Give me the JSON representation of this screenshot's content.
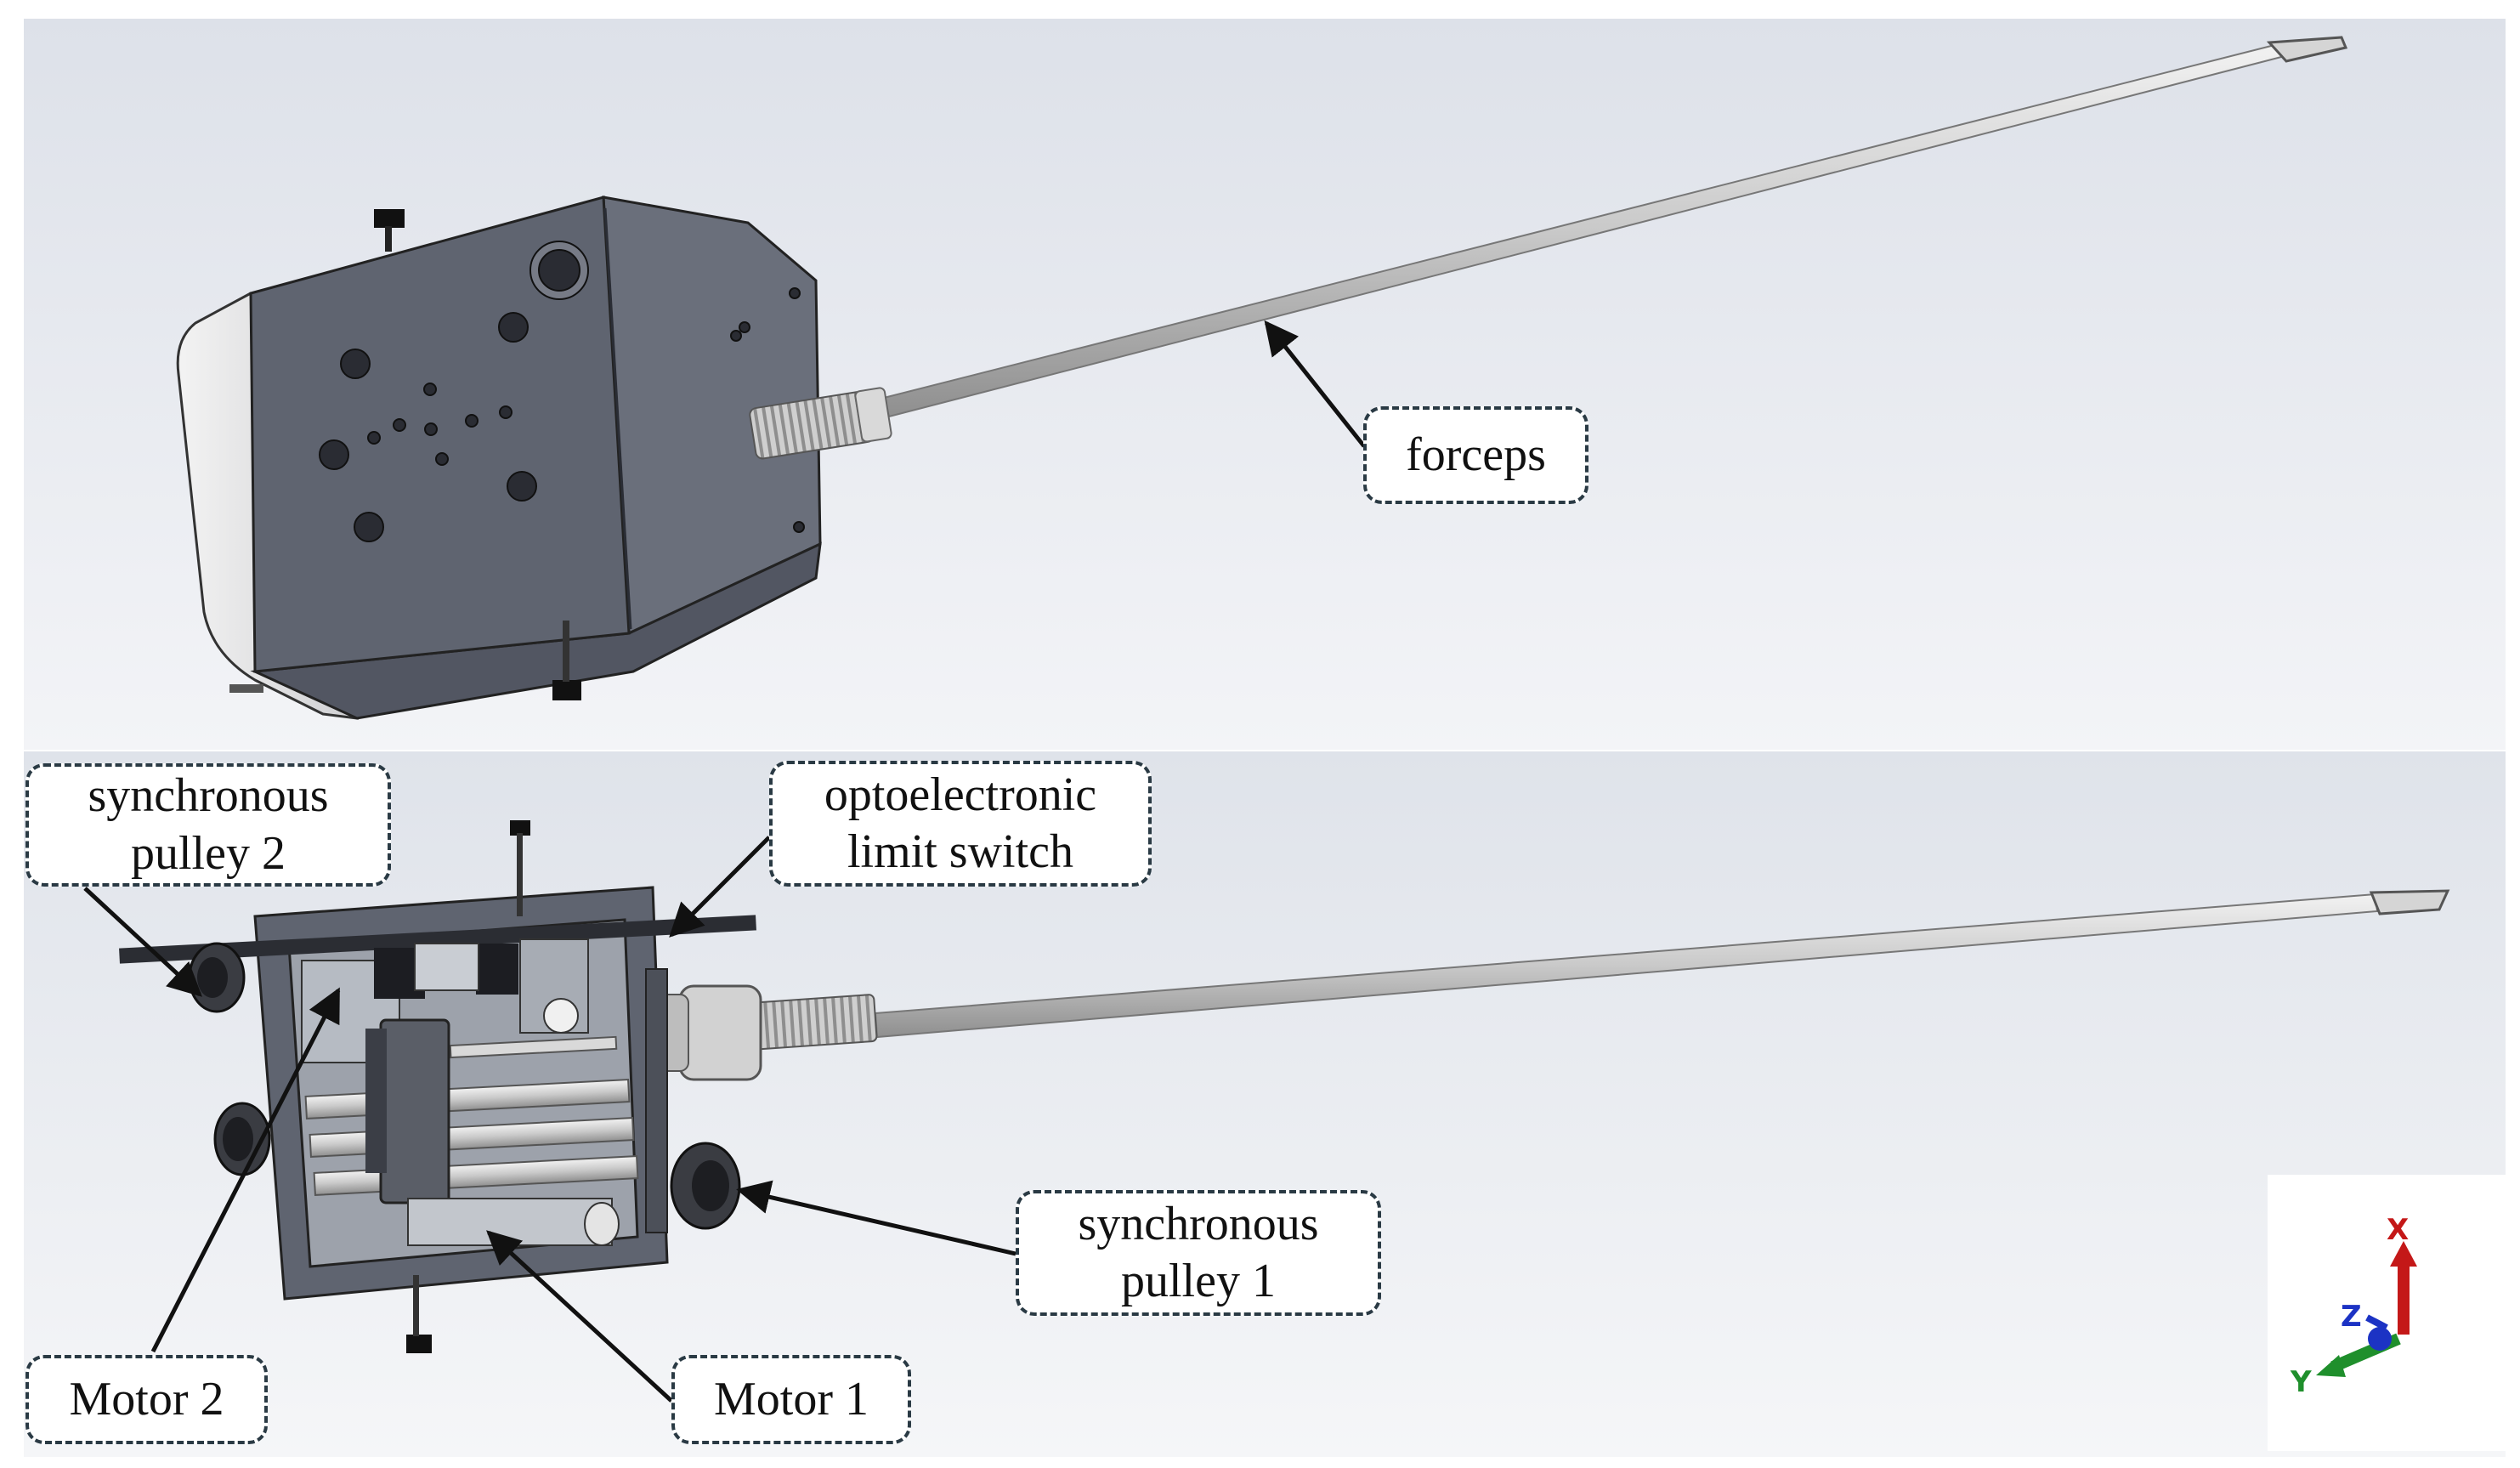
{
  "labels": {
    "forceps": "forceps",
    "synchronous_pulley_2": [
      "synchronous",
      "pulley 2"
    ],
    "optoelectronic_limit_switch": [
      "optoelectronic",
      "limit switch"
    ],
    "synchronous_pulley_1": [
      "synchronous",
      "pulley 1"
    ],
    "motor_2": "Motor 2",
    "motor_1": "Motor 1"
  },
  "axes": {
    "x": "X",
    "y": "Y",
    "z": "Z"
  },
  "colors": {
    "background_top": "#dfe3ea",
    "background_bottom": "#f4f5f8",
    "housing": "#5f6470",
    "housing_dark": "#434753",
    "shell": "#e1e1e3",
    "metal": "#c8c8c8",
    "label_border": "#2a3a44",
    "axis_x": "#c41818",
    "axis_y": "#1f8f2c",
    "axis_z": "#1c33c4"
  }
}
